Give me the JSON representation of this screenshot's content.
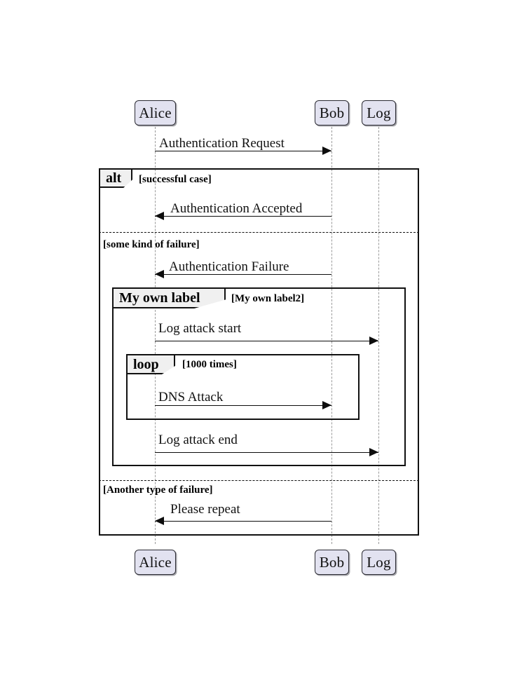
{
  "diagram": {
    "type": "uml-sequence-diagram",
    "colors": {
      "participant_fill": "#E2E2F0",
      "participant_border": "#2b2b33",
      "fragment_tab_fill": "#F0F0F0",
      "fragment_border": "#111111",
      "lifeline": "#9a9a9a",
      "message": "#0d0d0d",
      "background": "#ffffff"
    },
    "participants": [
      {
        "name": "Alice",
        "label": "Alice"
      },
      {
        "name": "Bob",
        "label": "Bob"
      },
      {
        "name": "Log",
        "label": "Log"
      }
    ],
    "messages": [
      {
        "label": "Authentication Request",
        "from": "Alice",
        "to": "Bob",
        "direction": "right"
      },
      {
        "label": "Authentication Accepted",
        "from": "Bob",
        "to": "Alice",
        "direction": "left"
      },
      {
        "label": "Authentication Failure",
        "from": "Bob",
        "to": "Alice",
        "direction": "left"
      },
      {
        "label": "Log attack start",
        "from": "Alice",
        "to": "Log",
        "direction": "right"
      },
      {
        "label": "DNS Attack",
        "from": "Alice",
        "to": "Bob",
        "direction": "right"
      },
      {
        "label": "Log attack end",
        "from": "Alice",
        "to": "Log",
        "direction": "right"
      },
      {
        "label": "Please repeat",
        "from": "Bob",
        "to": "Alice",
        "direction": "left"
      }
    ],
    "fragments": [
      {
        "operator": "alt",
        "guards": [
          "[successful case]",
          "[some kind of failure]",
          "[Another type of failure]"
        ]
      },
      {
        "operator": "My own label",
        "guards": [
          "[My own label2]"
        ]
      },
      {
        "operator": "loop",
        "guards": [
          "[1000 times]"
        ]
      }
    ]
  }
}
